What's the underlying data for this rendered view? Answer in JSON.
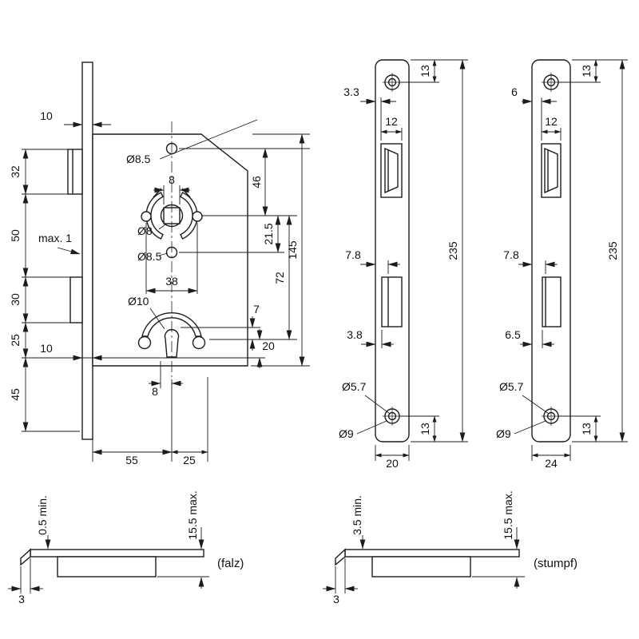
{
  "lock": {
    "d10_top": "10",
    "d32": "32",
    "d50": "50",
    "max1": "max. 1",
    "d30": "30",
    "d25_left": "25",
    "d10_bottom": "10",
    "d45": "45",
    "dia85_top": "Ø8.5",
    "d8_square": "8",
    "dia8": "Ø8",
    "dia85_mid": "Ø8.5",
    "d38": "38",
    "dia10": "Ø10",
    "d46": "46",
    "d21_5": "21.5",
    "d72": "72",
    "d145": "145",
    "d7": "7",
    "d20": "20",
    "d8_bottom": "8",
    "d55": "55",
    "d25_bottom": "25"
  },
  "plate20": {
    "d3_3": "3.3",
    "d13_top": "13",
    "d12": "12",
    "d7_8": "7.8",
    "d3_8": "3.8",
    "d235": "235",
    "dia5_7": "Ø5.7",
    "dia9": "Ø9",
    "d13_bottom": "13",
    "d20": "20"
  },
  "plate24": {
    "d6": "6",
    "d13_top": "13",
    "d12": "12",
    "d7_8": "7.8",
    "d6_5": "6.5",
    "d235": "235",
    "dia5_7": "Ø5.7",
    "dia9": "Ø9",
    "d13_bottom": "13",
    "d24": "24"
  },
  "falz": {
    "d0_5": "0.5 min.",
    "d15_5": "15.5 max.",
    "d3": "3",
    "caption": "(falz)"
  },
  "stumpf": {
    "d3_5": "3.5 min.",
    "d15_5": "15.5 max.",
    "d3": "3",
    "caption": "(stumpf)"
  }
}
